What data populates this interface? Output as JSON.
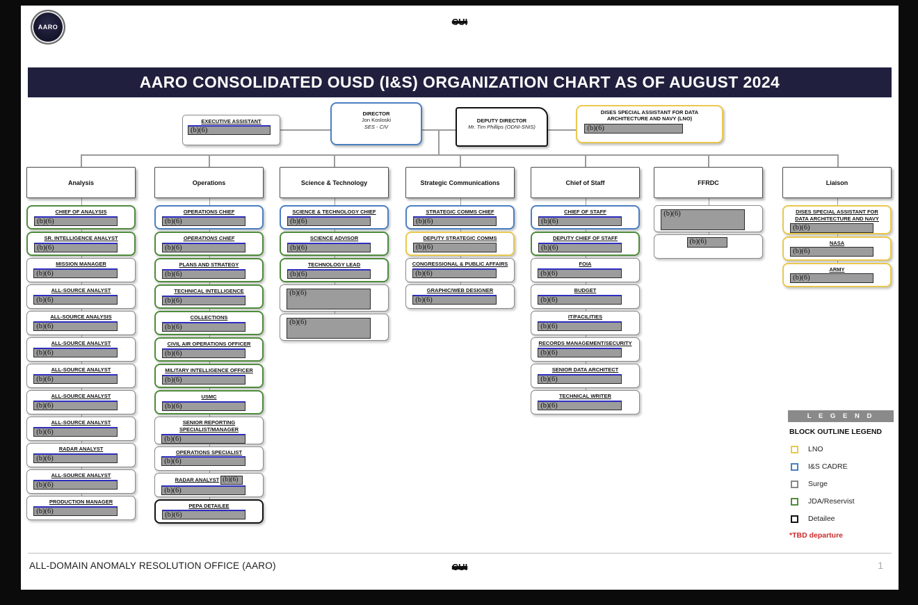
{
  "page": {
    "classification": "CUI",
    "logo_text": "AARO",
    "title": "AARO CONSOLIDATED OUSD (I&S) ORGANIZATION CHART AS OF AUGUST 2024",
    "footer_org": "ALL-DOMAIN ANOMALY RESOLUTION OFFICE (AARO)",
    "page_number": "1"
  },
  "colors": {
    "banner": "#20203e",
    "redaction_fill": "#9c9c9c",
    "connector_line": "#9a9a9a"
  },
  "outline_colors": {
    "none": "#8a8a8a",
    "cadre": "#4a7fc1",
    "jda": "#4f8b3b",
    "lno": "#e9c84d",
    "detailee": "#111111"
  },
  "leadership": {
    "executive_assistant": {
      "title": "EXECUTIVE ASSISTANT",
      "redaction": "(b)(6)",
      "outline": "none"
    },
    "director": {
      "title": "DIRECTOR",
      "name": "Jon Kosloski",
      "subtitle": "SES - CIV",
      "outline": "cadre"
    },
    "deputy_director": {
      "title": "DEPUTY DIRECTOR",
      "name": "Mr. Tim Phillips (ODNI-SNIS)",
      "outline": "detailee"
    },
    "dises_lno": {
      "title": "DISES SPECIAL ASSISTANT FOR DATA ARCHITECTURE AND NAVY (LNO)",
      "redaction": "(b)(6)",
      "outline": "lno"
    }
  },
  "columns": [
    {
      "header": "Analysis",
      "boxes": [
        {
          "title": "CHIEF OF ANALYSIS",
          "outline": "jda",
          "redaction": "(b)(6)"
        },
        {
          "title": "SR. INTELLIGENCE ANALYST",
          "outline": "jda",
          "redaction": "(b)(6)"
        },
        {
          "title": "MISSION MANAGER",
          "outline": "none",
          "redaction": "(b)(6)"
        },
        {
          "title": "ALL-SOURCE ANALYST",
          "outline": "none",
          "redaction": "(b)(6)"
        },
        {
          "title": "ALL-SOURCE ANALYSIS",
          "outline": "none",
          "redaction": "(b)(6)"
        },
        {
          "title": "ALL-SOURCE ANALYST",
          "outline": "none",
          "redaction": "(b)(6)"
        },
        {
          "title": "ALL-SOURCE ANALYST",
          "outline": "none",
          "redaction": "(b)(6)"
        },
        {
          "title": "ALL-SOURCE ANALYST",
          "outline": "none",
          "redaction": "(b)(6)"
        },
        {
          "title": "ALL-SOURCE ANALYST",
          "outline": "none",
          "redaction": "(b)(6)"
        },
        {
          "title": "RADAR ANALYST",
          "outline": "none",
          "redaction": "(b)(6)"
        },
        {
          "title": "ALL-SOURCE ANALYST",
          "outline": "none",
          "redaction": "(b)(6)"
        },
        {
          "title": "PRODUCTION MANAGER",
          "outline": "none",
          "redaction": "(b)(6)"
        }
      ]
    },
    {
      "header": "Operations",
      "boxes": [
        {
          "title": "OPERATIONS CHIEF",
          "outline": "cadre",
          "redaction": "(b)(6)"
        },
        {
          "title": "OPERATIONS CHIEF",
          "outline": "jda",
          "redaction": "(b)(6)",
          "italic": true
        },
        {
          "title": "PLANS AND STRATEGY",
          "outline": "jda",
          "redaction": "(b)(6)"
        },
        {
          "title": "TECHNICAL INTELLIGENCE",
          "outline": "jda",
          "redaction": "(b)(6)"
        },
        {
          "title": "COLLECTIONS",
          "outline": "jda",
          "redaction": "(b)(6)"
        },
        {
          "title": "CIVIL AIR OPERATIONS OFFICER",
          "outline": "jda",
          "redaction": "(b)(6)"
        },
        {
          "title": "MILITARY INTELLIGENCE OFFICER",
          "outline": "jda",
          "redaction": "(b)(6)"
        },
        {
          "title": "USMC",
          "outline": "jda",
          "redaction": "(b)(6)"
        },
        {
          "title": "SENIOR REPORTING SPECIALIST/MANAGER",
          "outline": "none",
          "redaction": "(b)(6)"
        },
        {
          "title": "OPERATIONS SPECIALIST",
          "outline": "none",
          "redaction": "(b)(6)"
        },
        {
          "title": "RADAR ANALYST",
          "outline": "none",
          "redaction": "(b)(6)",
          "redaction_inline": "(b)(6)"
        },
        {
          "title": "PEPA DETAILEE",
          "outline": "detailee",
          "redaction": "(b)(6)"
        }
      ]
    },
    {
      "header": "Science & Technology",
      "boxes": [
        {
          "title": "SCIENCE & TECHNOLOGY CHIEF",
          "outline": "cadre",
          "redaction": "(b)(6)"
        },
        {
          "title": "SCIENCE ADVISOR",
          "outline": "jda",
          "redaction": "(b)(6)"
        },
        {
          "title": "TECHNOLOGY LEAD",
          "outline": "jda",
          "redaction": "(b)(6)"
        },
        {
          "title": "",
          "outline": "none",
          "redaction": "(b)(6)",
          "redaction_size": "big"
        },
        {
          "title": "",
          "outline": "none",
          "redaction": "(b)(6)",
          "redaction_size": "big"
        }
      ]
    },
    {
      "header": "Strategic Communications",
      "boxes": [
        {
          "title": "STRATEGIC COMMS CHIEF",
          "outline": "cadre",
          "redaction": "(b)(6)"
        },
        {
          "title": "DEPUTY STRATEGIC COMMS",
          "outline": "lno",
          "redaction": "(b)(6)"
        },
        {
          "title": "CONGRESSIONAL & PUBLIC AFFAIRS",
          "outline": "none",
          "redaction": "(b)(6)"
        },
        {
          "title": "GRAPHIC/WEB DESIGNER",
          "outline": "none",
          "redaction": "(b)(6)"
        }
      ]
    },
    {
      "header": "Chief of Staff",
      "boxes": [
        {
          "title": "CHIEF OF STAFF",
          "outline": "cadre",
          "redaction": "(b)(6)"
        },
        {
          "title": "DEPUTY CHIEF OF STAFF",
          "outline": "jda",
          "redaction": "(b)(6)"
        },
        {
          "title": "FOIA",
          "outline": "none",
          "redaction": "(b)(6)"
        },
        {
          "title": "BUDGET",
          "outline": "none",
          "redaction": "(b)(6)"
        },
        {
          "title": "IT/FACILITIES",
          "outline": "none",
          "redaction": "(b)(6)"
        },
        {
          "title": "RECORDS MANAGEMENT/SECURITY",
          "outline": "none",
          "redaction": "(b)(6)"
        },
        {
          "title": "SENIOR DATA ARCHITECT",
          "outline": "none",
          "redaction": "(b)(6)"
        },
        {
          "title": "TECHNICAL WRITER",
          "outline": "none",
          "redaction": "(b)(6)"
        }
      ]
    },
    {
      "header": "FFRDC",
      "boxes": [
        {
          "title": "",
          "outline": "none",
          "redaction": "(b)(6)",
          "redaction_size": "big"
        },
        {
          "title": "",
          "outline": "none",
          "redaction": "(b)(6)",
          "redaction_size": "small"
        }
      ]
    },
    {
      "header": "Liaison",
      "boxes": [
        {
          "title": "DISES SPECIAL ASSISTANT FOR DATA ARCHITECTURE AND NAVY",
          "outline": "lno",
          "redaction": "(b)(6)"
        },
        {
          "title": "NASA",
          "outline": "lno",
          "redaction": "(b)(6)"
        },
        {
          "title": "ARMY",
          "outline": "lno",
          "redaction": "(b)(6)"
        }
      ]
    }
  ],
  "legend": {
    "title": "L E G E N D",
    "subtitle": "BLOCK OUTLINE LEGEND",
    "items": [
      {
        "label": "LNO",
        "outline": "lno",
        "style": "solid"
      },
      {
        "label": "I&S CADRE",
        "outline": "cadre",
        "style": "solid"
      },
      {
        "label": "Surge",
        "outline": "none",
        "style": "dashed"
      },
      {
        "label": "JDA/Reservist",
        "outline": "jda",
        "style": "solid"
      },
      {
        "label": "Detailee",
        "outline": "detailee",
        "style": "solid"
      }
    ],
    "note": "*TBD departure",
    "note_color": "#cc2a2a"
  }
}
